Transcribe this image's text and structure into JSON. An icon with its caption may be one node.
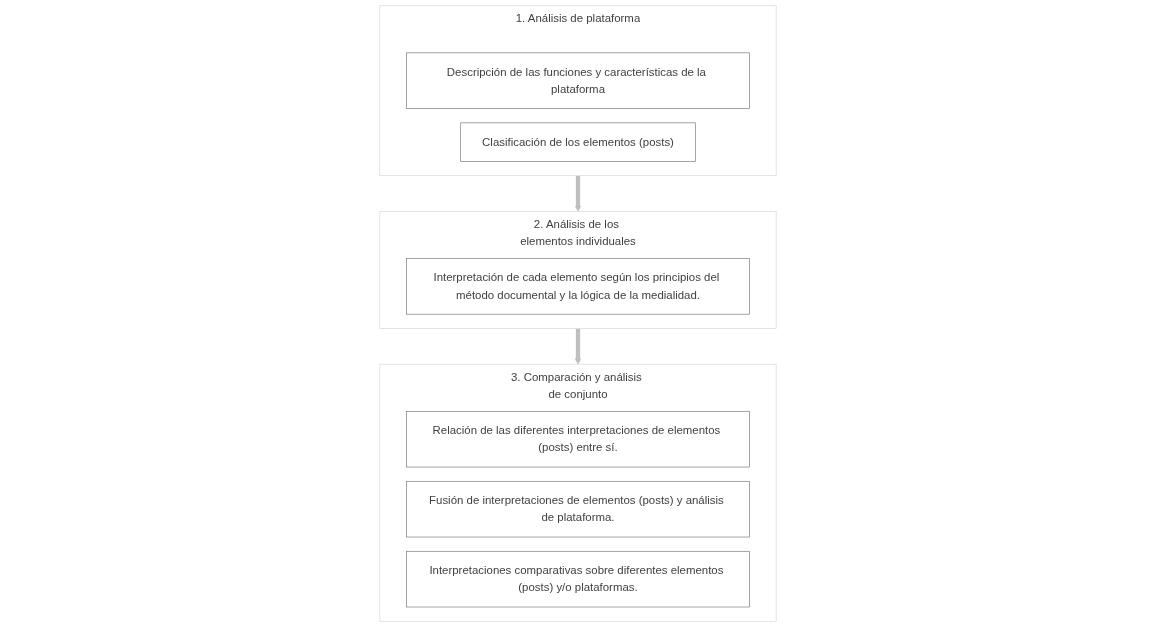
{
  "diagram": {
    "nodes": [
      {
        "text": [
          "1. Análisis de plataforma"
        ]
      },
      {
        "text": [
          "Descripción de las funciones y características de la plataforma"
        ],
        "in": 0
      },
      {
        "text": [
          "Clasificación de los elementos (posts)"
        ],
        "in": 0
      },
      {
        "text": [
          "2. Análisis de los elementos individuales"
        ]
      },
      {
        "text": [
          "Interpretación de cada elemento según los principios del método documental y la lógica de la medialidad."
        ],
        "in": 3
      },
      {
        "text": [
          "3. Comparación y análisis de conjunto"
        ]
      },
      {
        "text": [
          "Relación de las diferentes interpretaciones de elementos (posts) entre sí."
        ],
        "in": 5
      },
      {
        "text": [
          "Fusión de interpretaciones de elementos (posts) y análisis de plataforma."
        ],
        "in": 5
      },
      {
        "text": [
          "Interpretaciones comparativas sobre diferentes elementos (posts) y/o plataformas."
        ],
        "in": 5
      }
    ],
    "edges": [
      {
        "from": 0,
        "to": 3,
        "arrow": "to"
      },
      {
        "from": 3,
        "to": 5,
        "arrow": "to"
      }
    ]
  }
}
